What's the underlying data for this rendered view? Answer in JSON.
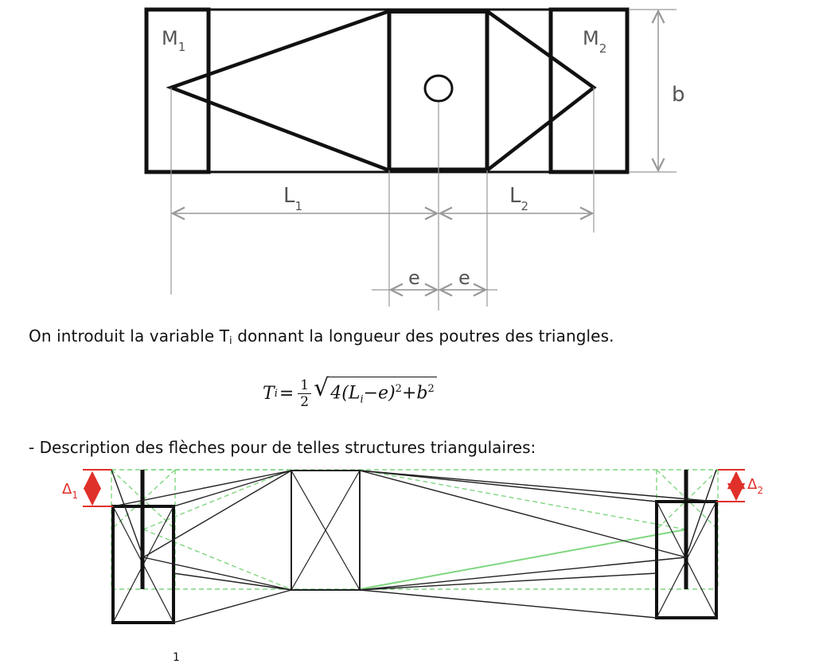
{
  "diagram_top": {
    "labels": {
      "m1": "M",
      "m1_sub": "1",
      "m2": "M",
      "m2_sub": "2",
      "b": "b",
      "l1": "L",
      "l1_sub": "1",
      "l2": "L",
      "l2_sub": "2",
      "e_left": "e",
      "e_right": "e"
    }
  },
  "text": {
    "intro_before": "On introduit la variable T",
    "intro_sub": "i",
    "intro_after": " donnant la longueur des poutres des triangles.",
    "description": "- Description des flèches pour de telles structures triangulaires:",
    "footnote": "1"
  },
  "formula": {
    "lhs": "T",
    "lhs_sub": "i",
    "equals": "=",
    "frac_num": "1",
    "frac_den": "2",
    "sqrt_sign": "√",
    "body_a": "4(L",
    "body_a_sub": "i",
    "body_b": "−e)",
    "body_b_sup": "2",
    "body_c": "+b",
    "body_c_sup": "2"
  },
  "diagram_bottom": {
    "labels": {
      "delta1": "Δ",
      "delta1_sub": "1",
      "delta2": "Δ",
      "delta2_sub": "2"
    },
    "colors": {
      "deformed": "#222222",
      "reference": "#7fd67f",
      "deflection": "#e0302a"
    }
  }
}
